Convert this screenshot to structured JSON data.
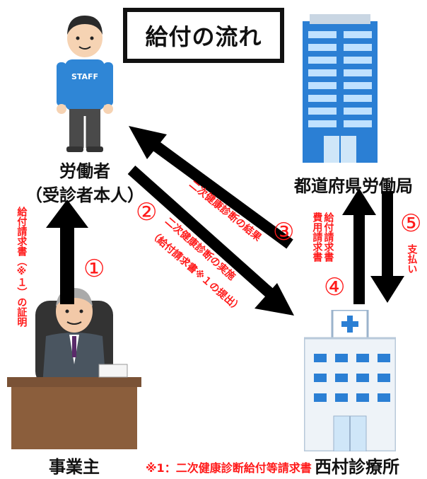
{
  "title": "給付の流れ",
  "nodes": {
    "worker_line1": "労働者",
    "worker_line2": "（受診者本人）",
    "bureau": "都道府県労働局",
    "employer": "事業主",
    "clinic": "西村診療所"
  },
  "staff_text": "STAFF",
  "steps": {
    "s1_num": "①",
    "s1_text": "給付請求書（※１）の証明",
    "s2_num": "②",
    "s2_line1": "二次健康診断の実施",
    "s2_line2": "（給付請求書※１の提出）",
    "s3_num": "③",
    "s3_text": "二次健康診断の結果",
    "s4_num": "④",
    "s4_line1": "給付請求書",
    "s4_line2": "費用請求書",
    "s5_num": "⑤",
    "s5_text": "支払い"
  },
  "footnote": "※1：二次健康診断給付等請求書",
  "colors": {
    "accent": "#ff1a1a",
    "arrow": "#000000",
    "building_blue": "#2b7fd4",
    "uniform_blue": "#2f86d6"
  }
}
